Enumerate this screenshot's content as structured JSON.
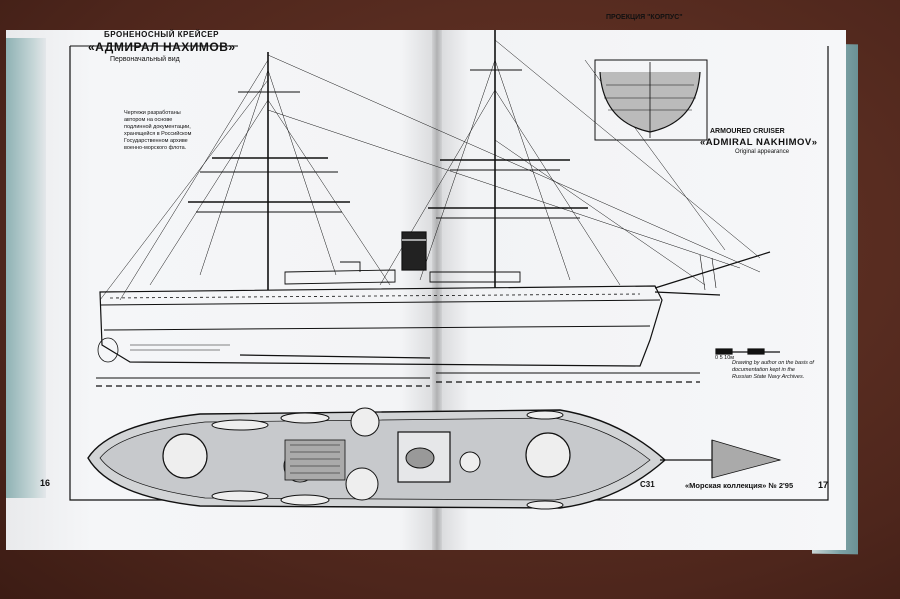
{
  "left_page": {
    "title_small": "БРОНЕНОСНЫЙ КРЕЙСЕР",
    "title_large": "«АДМИРАЛ НАХИМОВ»",
    "subtitle": "Первоначальный вид",
    "note": "Чертежи разработаны автором на основе подлинной документации, хранящейся в Российском Государственном архиве военно-морского флота.",
    "page_number": "16"
  },
  "right_page": {
    "section_label": "ПРОЕКЦИЯ \"КОРПУС\"",
    "title_small": "ARMOURED CRUISER",
    "title_large": "«ADMIRAL NAKHIMOV»",
    "subtitle": "Original appearance",
    "note": "Drawing by author on the basis of documentation kept in the Russian State Navy Archives.",
    "scale_label": "0  5  10м",
    "page_marker": "C31",
    "journal": "«Морская коллекция» № 2'95",
    "page_number": "17"
  },
  "colors": {
    "paper": "#f4f5f7",
    "ink": "#111111",
    "table": "#5a2e22",
    "cover_edge": "#7ea3a6"
  }
}
